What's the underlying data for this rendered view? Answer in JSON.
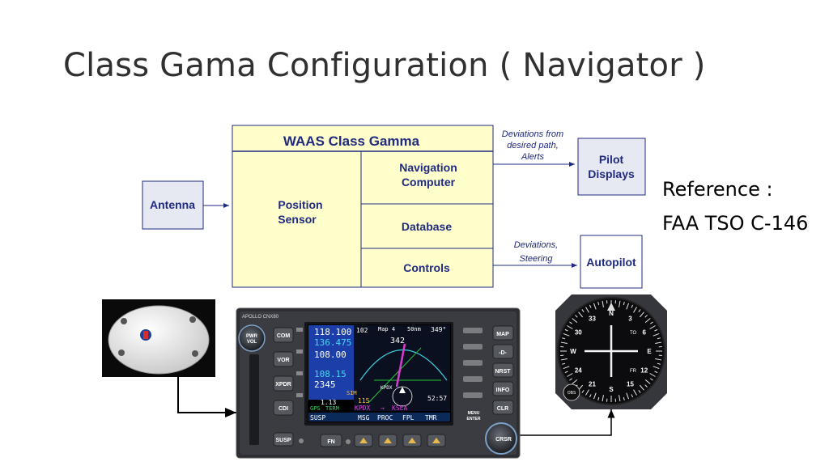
{
  "slide": {
    "title": "Class Gama Configuration ( Navigator )",
    "reference_label": "Reference :",
    "reference_doc": "FAA TSO C-146"
  },
  "diagram": {
    "waas_box_title": "WAAS Class Gamma",
    "antenna": "Antenna",
    "position_sensor": [
      "Position",
      "Sensor"
    ],
    "navigation_computer": [
      "Navigation",
      "Computer"
    ],
    "database": "Database",
    "controls": "Controls",
    "pilot_displays": [
      "Pilot",
      "Displays"
    ],
    "autopilot": "Autopilot",
    "deviations_alerts_note": [
      "Deviations from",
      "desired path,",
      "Alerts"
    ],
    "deviations_steering_note": [
      "Deviations,",
      "Steering"
    ]
  },
  "gps_unit": {
    "brand": "APOLLO CNX80",
    "left_buttons": [
      "COM",
      "VOR",
      "XPDR",
      "CDI",
      "SUSP"
    ],
    "pwr_knob": [
      "PWR",
      "VOL"
    ],
    "right_buttons": [
      "MAP",
      "-D-",
      "NRST",
      "INFO",
      "CLR"
    ],
    "menu_enter": [
      "MENU",
      "ENTER"
    ],
    "crsr_knob": "CRSR",
    "fn_button": "FN",
    "screen": {
      "com_active": "118.100",
      "com_standby": "136.475",
      "vor_active": "108.00",
      "vor_standby": "108.15",
      "xpdr": "2345",
      "map_label": "Map 4",
      "map_range": "50nm",
      "brg": "349°",
      "dist": "102",
      "track": "342",
      "gs": "115",
      "ete": "52:57",
      "dist_small": "1.13",
      "waypoint_from": "KPDX",
      "waypoint_to": "KSEA",
      "airport_label": "KPDX",
      "sim_label": "SIM",
      "mode_labels": [
        "GPS",
        "TERM"
      ],
      "softkeys": [
        "SUSP",
        "MSG",
        "PROC",
        "FPL",
        "TMR"
      ]
    }
  },
  "hsi": {
    "obs_label": "OBS",
    "to_label": "TO",
    "fr_label": "FR",
    "compass_labels": [
      "N",
      "3",
      "6",
      "E",
      "12",
      "15",
      "S",
      "21",
      "24",
      "W",
      "30",
      "33"
    ]
  },
  "colors": {
    "waas_fill": "#ffffcc",
    "box_border": "#1f2a80",
    "label_blue": "#1f2a80",
    "arrow": "#1f2a80"
  }
}
